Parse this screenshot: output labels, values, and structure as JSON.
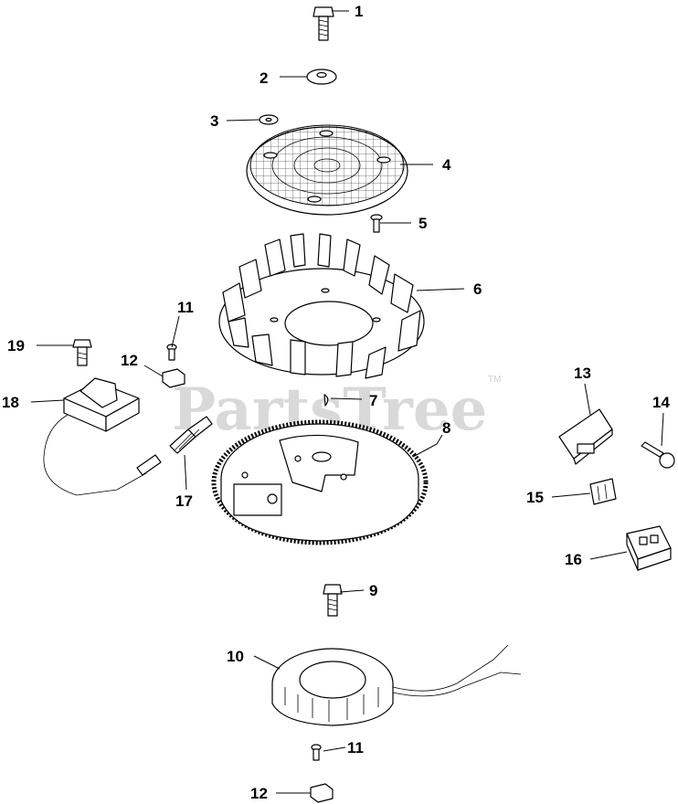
{
  "watermark": {
    "text": "PartsTree",
    "trademark": "TM"
  },
  "callouts": [
    {
      "id": "1",
      "label": "1"
    },
    {
      "id": "2",
      "label": "2"
    },
    {
      "id": "3",
      "label": "3"
    },
    {
      "id": "4",
      "label": "4"
    },
    {
      "id": "5",
      "label": "5"
    },
    {
      "id": "6",
      "label": "6"
    },
    {
      "id": "7",
      "label": "7"
    },
    {
      "id": "8",
      "label": "8"
    },
    {
      "id": "9",
      "label": "9"
    },
    {
      "id": "10",
      "label": "10"
    },
    {
      "id": "11a",
      "label": "11"
    },
    {
      "id": "11b",
      "label": "11"
    },
    {
      "id": "12a",
      "label": "12"
    },
    {
      "id": "12b",
      "label": "12"
    },
    {
      "id": "13",
      "label": "13"
    },
    {
      "id": "14",
      "label": "14"
    },
    {
      "id": "15",
      "label": "15"
    },
    {
      "id": "16",
      "label": "16"
    },
    {
      "id": "17",
      "label": "17"
    },
    {
      "id": "18",
      "label": "18"
    },
    {
      "id": "19",
      "label": "19"
    }
  ]
}
